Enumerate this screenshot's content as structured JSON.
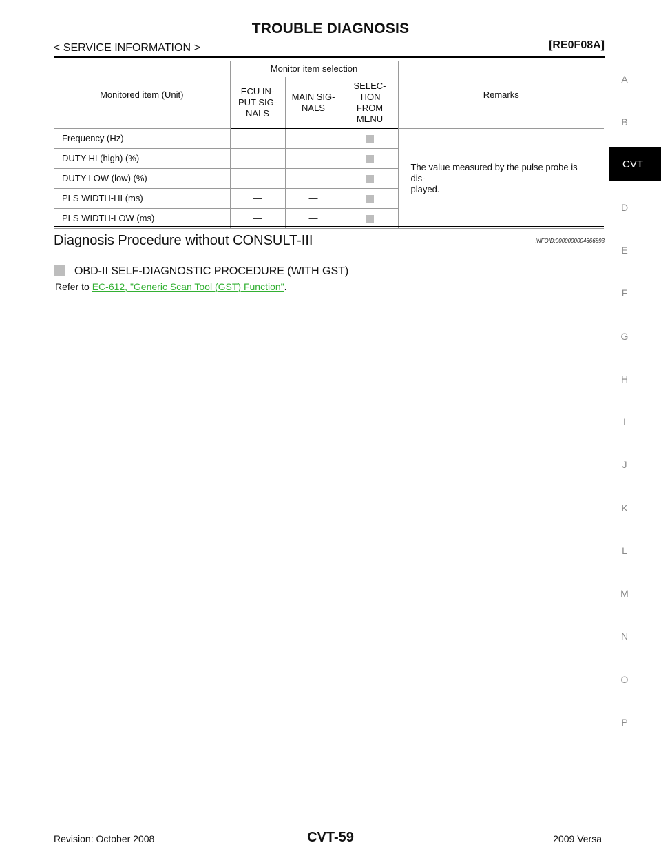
{
  "header": {
    "title": "TROUBLE DIAGNOSIS",
    "section": "< SERVICE INFORMATION >",
    "model_code": "[RE0F08A]"
  },
  "side_index": {
    "letters": [
      "A",
      "B",
      "D",
      "E",
      "F",
      "G",
      "H",
      "I",
      "J",
      "K",
      "L",
      "M",
      "N",
      "O",
      "P"
    ],
    "active_tab": "CVT"
  },
  "table": {
    "col_item": "Monitored item (Unit)",
    "col_group": "Monitor item selection",
    "col_ecu": "ECU IN-\nPUT SIG-\nNALS",
    "col_main": "MAIN SIG-\nNALS",
    "col_select": "SELEC-\nTION\nFROM\nMENU",
    "col_remarks": "Remarks",
    "rows": [
      {
        "item": "Frequency (Hz)",
        "ecu": "—",
        "main": "—"
      },
      {
        "item": "DUTY-HI (high) (%)",
        "ecu": "—",
        "main": "—"
      },
      {
        "item": "DUTY-LOW (low) (%)",
        "ecu": "—",
        "main": "—"
      },
      {
        "item": "PLS WIDTH-HI (ms)",
        "ecu": "—",
        "main": "—"
      },
      {
        "item": "PLS WIDTH-LOW (ms)",
        "ecu": "—",
        "main": "—"
      }
    ],
    "remarks": "The value measured by the pulse probe is dis-\nplayed."
  },
  "procedure": {
    "title": "Diagnosis Procedure without CONSULT-III",
    "info_id": "INFOID:0000000004666893",
    "bullet_heading": "OBD-II SELF-DIAGNOSTIC PROCEDURE (WITH GST)",
    "refer_prefix": "Refer to ",
    "refer_link": "EC-612, \"Generic Scan Tool (GST) Function\"",
    "refer_suffix": "."
  },
  "footer": {
    "revision": "Revision: October 2008",
    "page": "CVT-59",
    "vehicle": "2009 Versa"
  }
}
